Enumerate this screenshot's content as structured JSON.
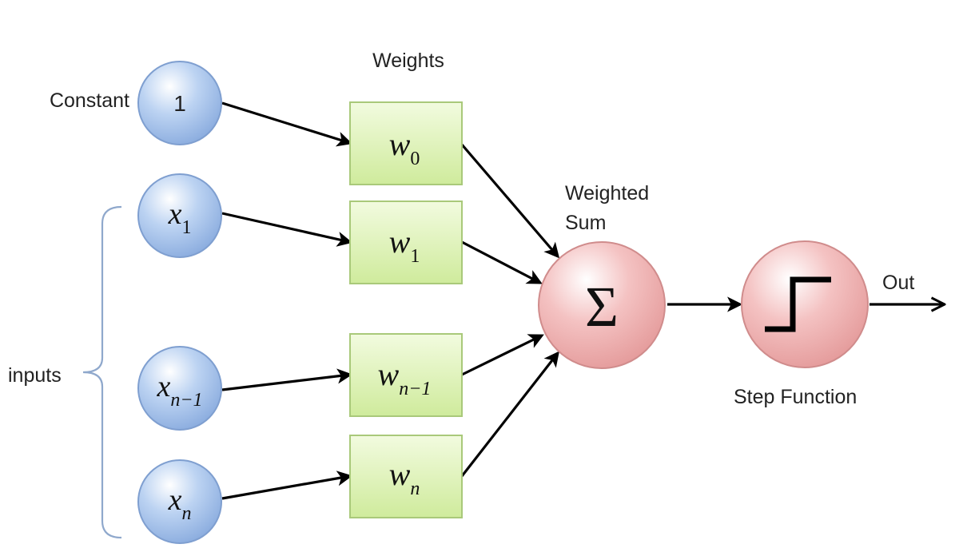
{
  "labels": {
    "constant": "Constant",
    "weights": "Weights",
    "weighted_sum_line1": "Weighted",
    "weighted_sum_line2": "Sum",
    "out": "Out",
    "step_function": "Step Function",
    "inputs": "inputs"
  },
  "input_nodes": [
    {
      "id": "constant",
      "symbol": "1",
      "subscript": ""
    },
    {
      "id": "x1",
      "symbol": "x",
      "subscript": "1"
    },
    {
      "id": "xn-1",
      "symbol": "x",
      "subscript": "n−1"
    },
    {
      "id": "xn",
      "symbol": "x",
      "subscript": "n"
    }
  ],
  "weight_nodes": [
    {
      "id": "w0",
      "symbol": "w",
      "subscript": "0"
    },
    {
      "id": "w1",
      "symbol": "w",
      "subscript": "1"
    },
    {
      "id": "wn-1",
      "symbol": "w",
      "subscript": "n−1"
    },
    {
      "id": "wn",
      "symbol": "w",
      "subscript": "n"
    }
  ],
  "sum_node": {
    "symbol": "Σ"
  },
  "colors": {
    "input_fill": "#9fbfea",
    "input_stroke": "#7f9fd0",
    "weight_fill": "#d7f0a8",
    "weight_stroke": "#a9c97a",
    "neuron_fill": "#f0b0b0",
    "neuron_stroke": "#d08c8c"
  }
}
